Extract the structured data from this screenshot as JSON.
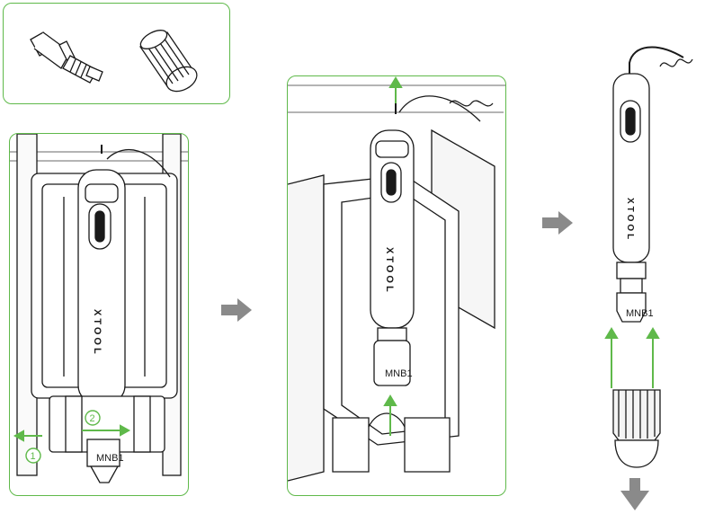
{
  "brand": {
    "label": "XTOOL"
  },
  "tip_label": "MNB1",
  "steps": [
    "1",
    "2"
  ],
  "colors": {
    "accent_green": "#5fb94a",
    "arrow_grey": "#8a8a8a",
    "line": "#1a1a1a"
  }
}
